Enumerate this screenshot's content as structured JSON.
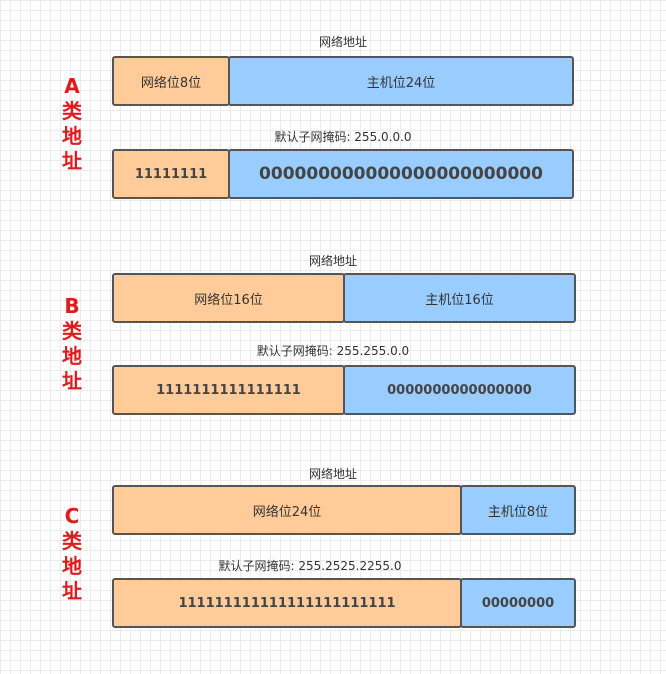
{
  "classes": [
    {
      "label_chars": [
        "A",
        "类",
        "地",
        "址"
      ],
      "address_caption": "网络地址",
      "network_label": "网络位8位",
      "host_label": "主机位24位",
      "mask_caption": "默认子网掩码: 255.0.0.0",
      "mask_network_bits": "11111111",
      "mask_host_bits": "000000000000000000000000"
    },
    {
      "label_chars": [
        "B",
        "类",
        "地",
        "址"
      ],
      "address_caption": "网络地址",
      "network_label": "网络位16位",
      "host_label": "主机位16位",
      "mask_caption": "默认子网掩码: 255.255.0.0",
      "mask_network_bits": "1111111111111111",
      "mask_host_bits": "0000000000000000"
    },
    {
      "label_chars": [
        "C",
        "类",
        "地",
        "址"
      ],
      "address_caption": "网络地址",
      "network_label": "网络位24位",
      "host_label": "主机位8位",
      "mask_caption": "默认子网掩码: 255.2525.2255.0",
      "mask_network_bits": "111111111111111111111111",
      "mask_host_bits": "00000000"
    }
  ],
  "colors": {
    "network": "#ffcc99",
    "host": "#99ccff",
    "label": "#e01b1b",
    "border": "#555555"
  }
}
